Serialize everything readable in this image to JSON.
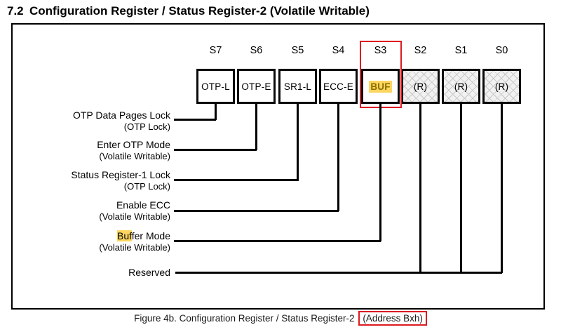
{
  "page": {
    "section_number": "7.2",
    "section_title": "Configuration Register / Status Register-2 (Volatile Writable)"
  },
  "register": {
    "bits": [
      {
        "pos": "S7",
        "value": "OTP-L"
      },
      {
        "pos": "S6",
        "value": "OTP-E"
      },
      {
        "pos": "S5",
        "value": "SR1-L"
      },
      {
        "pos": "S4",
        "value": "ECC-E"
      },
      {
        "pos": "S3",
        "value": "BUF"
      },
      {
        "pos": "S2",
        "value": "(R)"
      },
      {
        "pos": "S1",
        "value": "(R)"
      },
      {
        "pos": "S0",
        "value": "(R)"
      }
    ],
    "fields": [
      {
        "name": "OTP Data Pages Lock",
        "note": "(OTP Lock)"
      },
      {
        "name": "Enter OTP Mode",
        "note": "(Volatile Writable)"
      },
      {
        "name": "Status Register-1 Lock",
        "note": "(OTP Lock)"
      },
      {
        "name": "Enable ECC",
        "note": "(Volatile Writable)"
      },
      {
        "name_highlight": "Buf",
        "name_rest": "fer Mode",
        "note": "(Volatile Writable)"
      },
      {
        "name": "Reserved",
        "note": ""
      }
    ]
  },
  "caption": {
    "prefix": "Figure 4b. Configuration Register / Status Register-2",
    "boxed": "(Address Bxh)"
  },
  "colors": {
    "callout_red": "#dd1a22",
    "search_highlight_bg": "#fcd65e",
    "buf_text": "#8a6d00"
  }
}
